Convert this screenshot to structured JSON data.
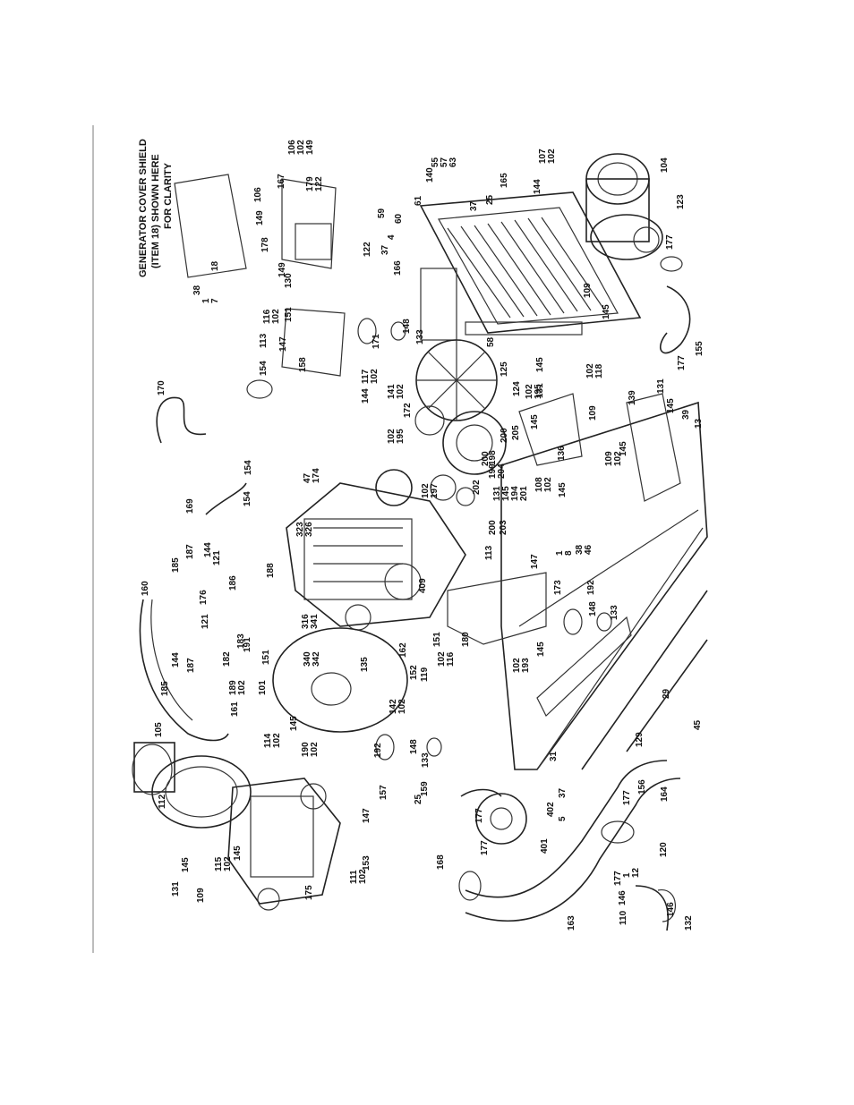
{
  "caption": {
    "lines": [
      "GENERATOR COVER SHIELD",
      "(ITEM 18) SHOWN HERE",
      "FOR CLARITY"
    ]
  },
  "callouts": [
    [
      "106",
      "102",
      "149"
    ],
    [
      "179",
      "122"
    ],
    [
      "107",
      "102"
    ],
    [
      "104"
    ],
    [
      "140"
    ],
    [
      "55",
      "57",
      "63"
    ],
    [
      "165"
    ],
    [
      "37"
    ],
    [
      "25"
    ],
    [
      "144"
    ],
    [
      "61"
    ],
    [
      "59"
    ],
    [
      "60"
    ],
    [
      "4"
    ],
    [
      "37"
    ],
    [
      "106"
    ],
    [
      "167"
    ],
    [
      "149"
    ],
    [
      "178"
    ],
    [
      "122"
    ],
    [
      "149"
    ],
    [
      "130"
    ],
    [
      "166"
    ],
    [
      "38"
    ],
    [
      "1",
      "7"
    ],
    [
      "18"
    ],
    [
      "116",
      "102"
    ],
    [
      "151"
    ],
    [
      "171"
    ],
    [
      "148"
    ],
    [
      "133"
    ],
    [
      "113"
    ],
    [
      "147"
    ],
    [
      "58"
    ],
    [
      "109"
    ],
    [
      "145"
    ],
    [
      "123"
    ],
    [
      "177"
    ],
    [
      "154"
    ],
    [
      "158"
    ],
    [
      "117",
      "102"
    ],
    [
      "144"
    ],
    [
      "141",
      "102"
    ],
    [
      "125"
    ],
    [
      "124"
    ],
    [
      "145"
    ],
    [
      "131"
    ],
    [
      "102",
      "118"
    ],
    [
      "139"
    ],
    [
      "170"
    ],
    [
      "172"
    ],
    [
      "102",
      "195"
    ],
    [
      "102",
      "195"
    ],
    [
      "200"
    ],
    [
      "205"
    ],
    [
      "145"
    ],
    [
      "109"
    ],
    [
      "131"
    ],
    [
      "145"
    ],
    [
      "39"
    ],
    [
      "13"
    ],
    [
      "155"
    ],
    [
      "177"
    ],
    [
      "154"
    ],
    [
      "47",
      "174"
    ],
    [
      "169"
    ],
    [
      "154"
    ],
    [
      "200"
    ],
    [
      "198"
    ],
    [
      "199",
      "204"
    ],
    [
      "202"
    ],
    [
      "102",
      "197"
    ],
    [
      "131",
      "145",
      "194",
      "201"
    ],
    [
      "136"
    ],
    [
      "108",
      "102"
    ],
    [
      "145"
    ],
    [
      "109",
      "102"
    ],
    [
      "145"
    ],
    [
      "323",
      "326"
    ],
    [
      "200"
    ],
    [
      "203"
    ],
    [
      "113"
    ],
    [
      "147"
    ],
    [
      "1",
      "8"
    ],
    [
      "38",
      "46"
    ],
    [
      "187"
    ],
    [
      "144"
    ],
    [
      "185"
    ],
    [
      "121"
    ],
    [
      "160"
    ],
    [
      "176"
    ],
    [
      "188"
    ],
    [
      "186"
    ],
    [
      "173"
    ],
    [
      "192"
    ],
    [
      "148"
    ],
    [
      "133"
    ],
    [
      "409"
    ],
    [
      "180"
    ],
    [
      "316",
      "341"
    ],
    [
      "151"
    ],
    [
      "102",
      "116"
    ],
    [
      "145"
    ],
    [
      "102",
      "193"
    ],
    [
      "191"
    ],
    [
      "121"
    ],
    [
      "183"
    ],
    [
      "182"
    ],
    [
      "187"
    ],
    [
      "144"
    ],
    [
      "185"
    ],
    [
      "151"
    ],
    [
      "340",
      "342"
    ],
    [
      "189",
      "102"
    ],
    [
      "101"
    ],
    [
      "161"
    ],
    [
      "162"
    ],
    [
      "135"
    ],
    [
      "119"
    ],
    [
      "142",
      "102"
    ],
    [
      "152"
    ],
    [
      "105"
    ],
    [
      "114",
      "102"
    ],
    [
      "145"
    ],
    [
      "190",
      "102"
    ],
    [
      "192"
    ],
    [
      "148"
    ],
    [
      "133"
    ],
    [
      "159"
    ],
    [
      "45"
    ],
    [
      "29"
    ],
    [
      "31"
    ],
    [
      "129"
    ],
    [
      "112"
    ],
    [
      "147"
    ],
    [
      "157"
    ],
    [
      "25"
    ],
    [
      "37"
    ],
    [
      "5"
    ],
    [
      "402"
    ],
    [
      "177"
    ],
    [
      "156"
    ],
    [
      "177"
    ],
    [
      "164"
    ],
    [
      "109"
    ],
    [
      "131"
    ],
    [
      "145"
    ],
    [
      "115",
      "102"
    ],
    [
      "145"
    ],
    [
      "175"
    ],
    [
      "153"
    ],
    [
      "111",
      "102"
    ],
    [
      "168"
    ],
    [
      "177"
    ],
    [
      "401"
    ],
    [
      "163"
    ],
    [
      "177"
    ],
    [
      "1",
      "12"
    ],
    [
      "120"
    ],
    [
      "110"
    ],
    [
      "146"
    ],
    [
      "146"
    ],
    [
      "132"
    ]
  ]
}
